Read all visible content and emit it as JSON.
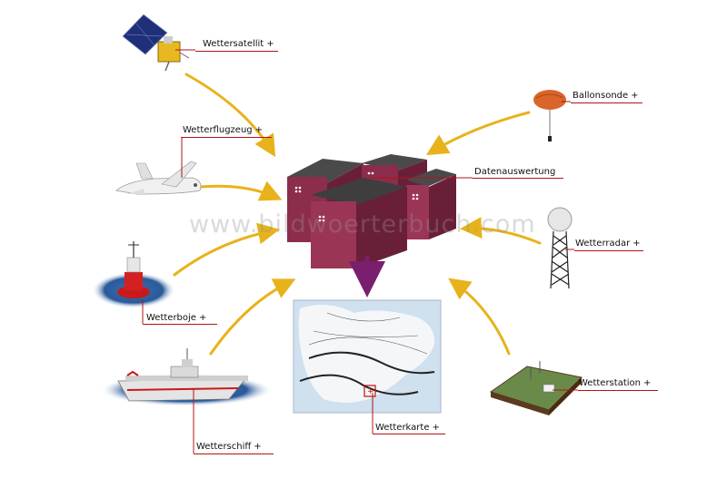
{
  "watermark": "www.bildwoerterbuch.com",
  "labels": {
    "satellite": "Wettersatellit",
    "balloon": "Ballonsonde",
    "airplane": "Wetterflugzeug",
    "processing": "Datenauswertung",
    "radar": "Wetterradar",
    "buoy": "Wetterboje",
    "ship": "Wetterschiff",
    "map": "Wetterkarte",
    "station": "Wetterstation"
  },
  "plus": "+",
  "colors": {
    "arrow": "#e8b21a",
    "arrow_down": "#7a1f6e",
    "leader": "#b01414",
    "computer": "#8c2d4c",
    "sea": "#2a5a9a"
  }
}
